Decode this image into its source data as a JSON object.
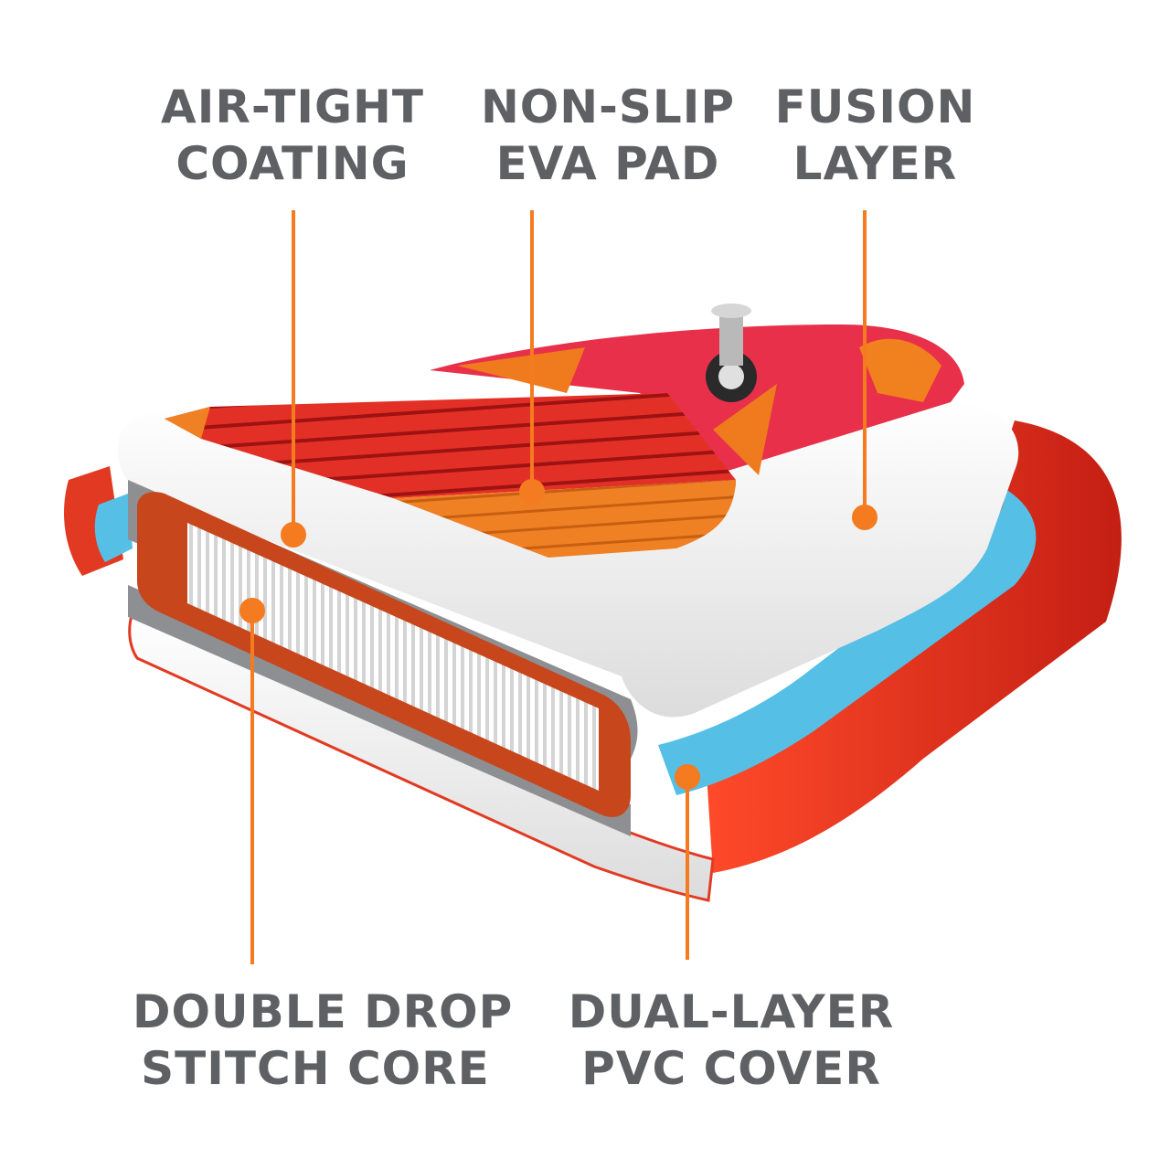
{
  "callouts": {
    "air_tight": {
      "line1": "AIR-TIGHT",
      "line2": "COATING"
    },
    "non_slip": {
      "line1": "NON-SLIP",
      "line2": "EVA PAD"
    },
    "fusion": {
      "line1": "FUSION",
      "line2": "LAYER"
    },
    "core": {
      "line1": "DOUBLE DROP",
      "line2": "STITCH CORE"
    },
    "pvc": {
      "line1": "DUAL-LAYER",
      "line2": "PVC COVER"
    }
  },
  "colors": {
    "label_text": "#5f6064",
    "leader_line": "#f47b20",
    "board_red": "#e23a22",
    "pad_orange": "#ef7d1a",
    "pad_red": "#c81f1f",
    "rail_blue": "#56bfe6",
    "coating_gray": "#8e8f92",
    "core_fiber": "#e9e9e9"
  }
}
